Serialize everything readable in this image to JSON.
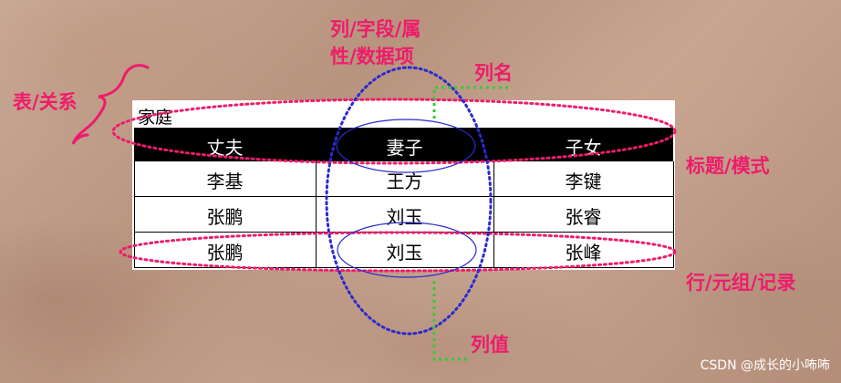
{
  "table": {
    "caption": "家庭",
    "headers": [
      "丈夫",
      "妻子",
      "子女"
    ],
    "rows": [
      [
        "李基",
        "王方",
        "李键"
      ],
      [
        "张鹏",
        "刘玉",
        "张睿"
      ],
      [
        "张鹏",
        "刘玉",
        "张峰"
      ]
    ]
  },
  "labels": {
    "table_relation": "表/关系",
    "column_line1": "列/字段/属",
    "column_line2": "性/数据项",
    "column_name": "列名",
    "heading_schema": "标题/模式",
    "row_tuple_record": "行/元组/记录",
    "column_value": "列值"
  },
  "watermark": "CSDN @成长的小咘咘",
  "colors": {
    "label_pink": "#ee1c6b",
    "ellipse_blue": "#2a2ad0",
    "ellipse_pink": "#ee1c6b",
    "line_green": "#33cc33"
  }
}
